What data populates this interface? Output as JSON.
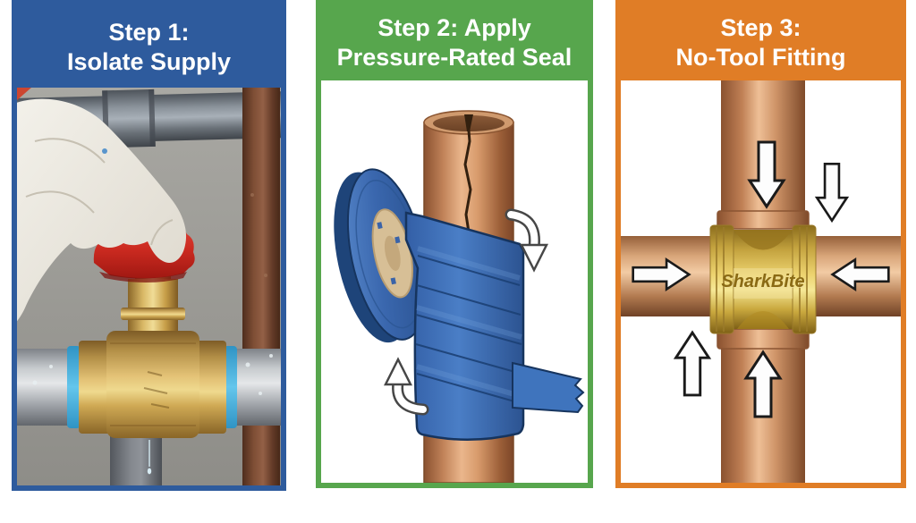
{
  "panels": [
    {
      "title_line1": "Step 1:",
      "title_line2": "Isolate Supply",
      "accent": "#2e5b9d"
    },
    {
      "title_line1": "Step 2: Apply",
      "title_line2": "Pressure-Rated Seal",
      "accent": "#57a64d"
    },
    {
      "title_line1": "Step 3:",
      "title_line2": "No-Tool Fitting",
      "accent": "#e07d26",
      "fitting_brand": "SharkBite"
    }
  ],
  "colors": {
    "step1_blue": "#2e5b9d",
    "step2_green": "#57a64d",
    "step3_orange": "#e07d26",
    "seal_tape_blue": "#3d70b8",
    "copper_pipe": "#c08055",
    "brass_fitting": "#d9b866",
    "valve_handle_red": "#c9241c",
    "push_fit_seal_ring_blue": "#45b1dd",
    "arrow_fill_white": "#fdfdfd"
  }
}
